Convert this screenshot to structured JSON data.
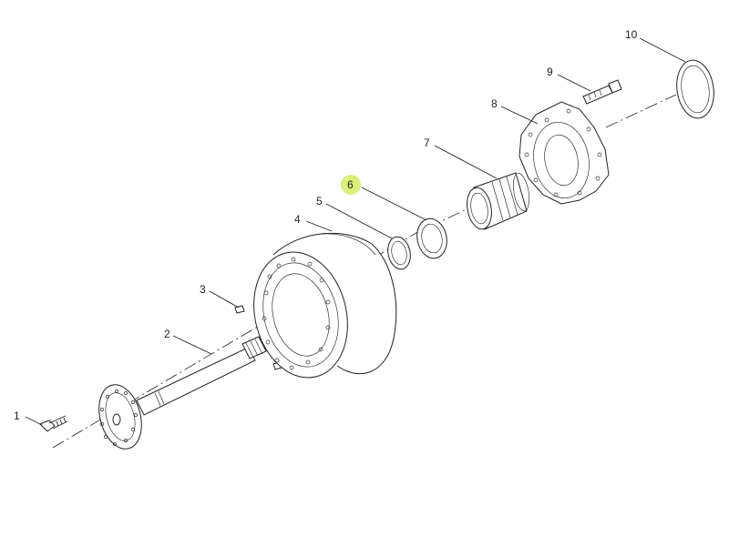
{
  "diagram": {
    "highlight_color": "#d9f07a",
    "highlighted_callout": "6",
    "callouts": [
      "1",
      "2",
      "3",
      "4",
      "5",
      "6",
      "7",
      "8",
      "9",
      "10"
    ]
  }
}
